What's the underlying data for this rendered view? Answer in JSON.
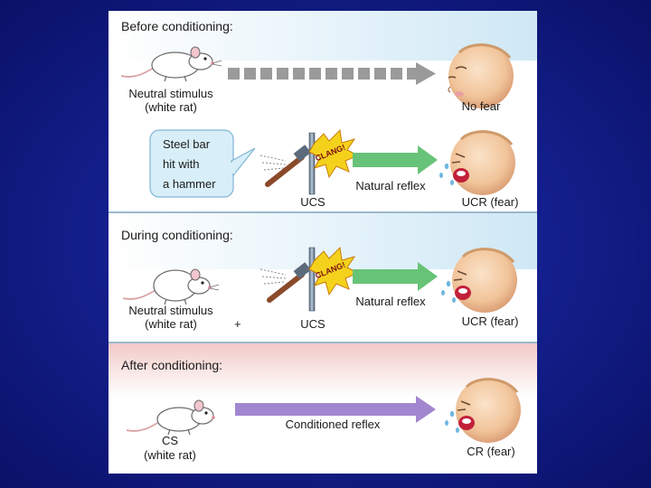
{
  "sections": {
    "before": {
      "heading": "Before conditioning:",
      "stimulus_label_1": "Neutral stimulus",
      "stimulus_label_2": "(white rat)",
      "response_label": "No fear",
      "callout_line_1": "Steel bar",
      "callout_line_2": "hit with",
      "callout_line_3": "a hammer",
      "ucs_label": "UCS",
      "clang_text": "CLANG!",
      "reflex_label": "Natural reflex",
      "ucr_label": "UCR (fear)"
    },
    "during": {
      "heading": "During conditioning:",
      "stimulus_label_1": "Neutral stimulus",
      "stimulus_label_2": "(white rat)",
      "plus_sign": "+",
      "ucs_label": "UCS",
      "clang_text": "CLANG!",
      "reflex_label": "Natural reflex",
      "ucr_label": "UCR (fear)"
    },
    "after": {
      "heading": "After conditioning:",
      "cs_label_1": "CS",
      "cs_label_2": "(white rat)",
      "reflex_label": "Conditioned reflex",
      "cr_label": "CR (fear)"
    }
  },
  "colors": {
    "background": "#14208f",
    "neutral_arrow": "#9a9a9a",
    "natural_reflex_arrow": "#66c377",
    "conditioned_reflex_arrow": "#a286cf",
    "section_band_blue": "#cfe8f5",
    "section_band_pink": "#f2c8c8",
    "callout_fill": "#d8eef8"
  }
}
